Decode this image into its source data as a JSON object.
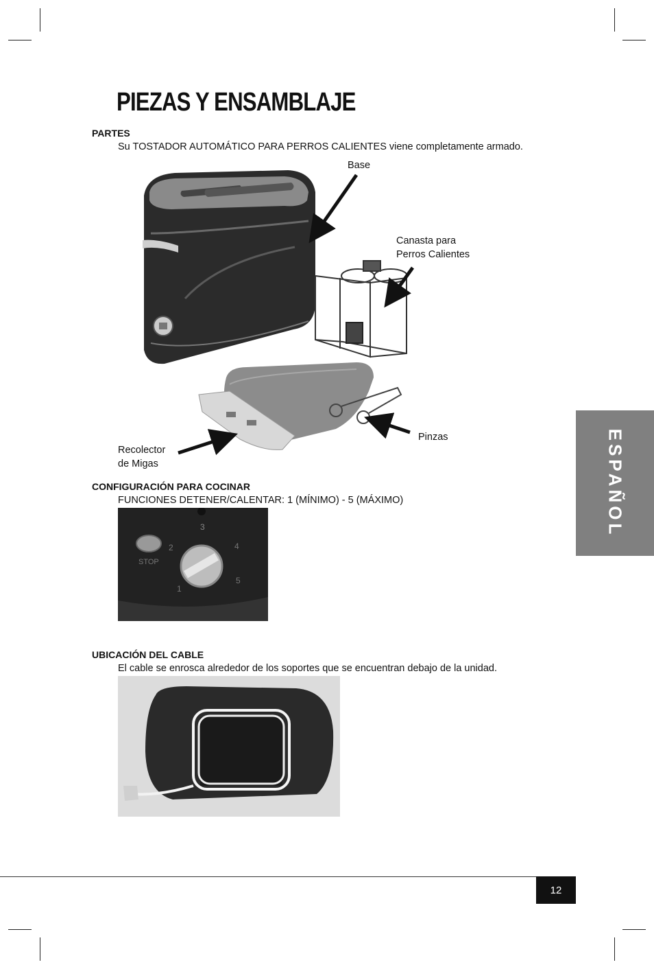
{
  "page": {
    "title": "PIEZAS Y ENSAMBLAJE",
    "language_tab": "ESPAÑOL",
    "page_number": "12"
  },
  "partes": {
    "heading": "PARTES",
    "text": "Su TOSTADOR AUTOMÁTICO PARA PERROS CALIENTES viene completamente armado.",
    "labels": {
      "base": "Base",
      "canasta_line1": "Canasta para",
      "canasta_line2": "Perros Calientes",
      "pinzas": "Pinzas",
      "recolector_line1": "Recolector",
      "recolector_line2": "de Migas"
    }
  },
  "configuracion": {
    "heading": "CONFIGURACIÓN PARA COCINAR",
    "text": "FUNCIONES DETENER/CALENTAR: 1 (MÍNIMO) - 5 (MÁXIMO)",
    "dial_marks": [
      "1",
      "2",
      "3",
      "4",
      "5"
    ],
    "stop_label": "STOP"
  },
  "cable": {
    "heading": "UBICACIÓN DEL CABLE",
    "text": "El cable se enrosca alrededor de los soportes que se encuentran debajo de la unidad."
  }
}
